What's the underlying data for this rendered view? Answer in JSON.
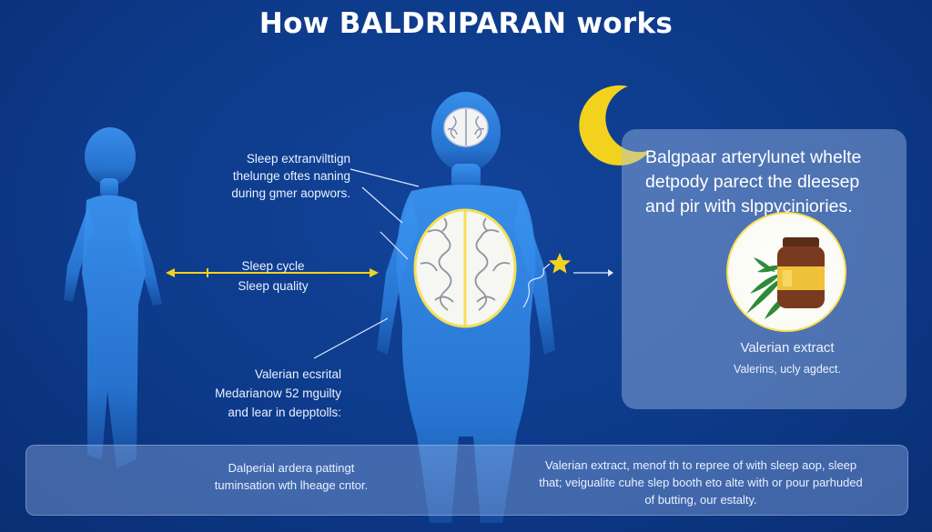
{
  "title": "How BALDRIPARAN works",
  "left_labels": {
    "top": [
      "Sleep extranvilttign",
      "thelunge oftes naning",
      "during gmer aopwors."
    ],
    "cycle": "Sleep cycle",
    "quality": "Sleep quality",
    "bottom": [
      "Valerian ecsrital",
      "Medarianow 52 mguilty",
      "and lear in depptolls:"
    ]
  },
  "panel": {
    "heading": [
      "Balgpaar arterylunet whelte",
      "detpody parect the dleesep",
      "and pir with slppyciniories."
    ],
    "extract_label": "Valerian extract",
    "extract_sub": "Valerins, ucly agdect."
  },
  "bottom_bar": {
    "left": [
      "Dalperial ardera pattingt",
      "tuminsation wth lheage cntor."
    ],
    "right": [
      "Valerian extract, menof th to repree of with sleep aop, sleep",
      "that; veigualite cuhe slep booth eto alte with or pour parhuded",
      "of butting, our estalty."
    ]
  },
  "colors": {
    "background": "#0d3a8a",
    "figure": "#2f86e6",
    "accent_yellow": "#f2d21c",
    "brain_outline": "#f5df55"
  },
  "icons": [
    "moon-icon",
    "star-icon",
    "brain-icon",
    "valerian-bottle-icon"
  ]
}
